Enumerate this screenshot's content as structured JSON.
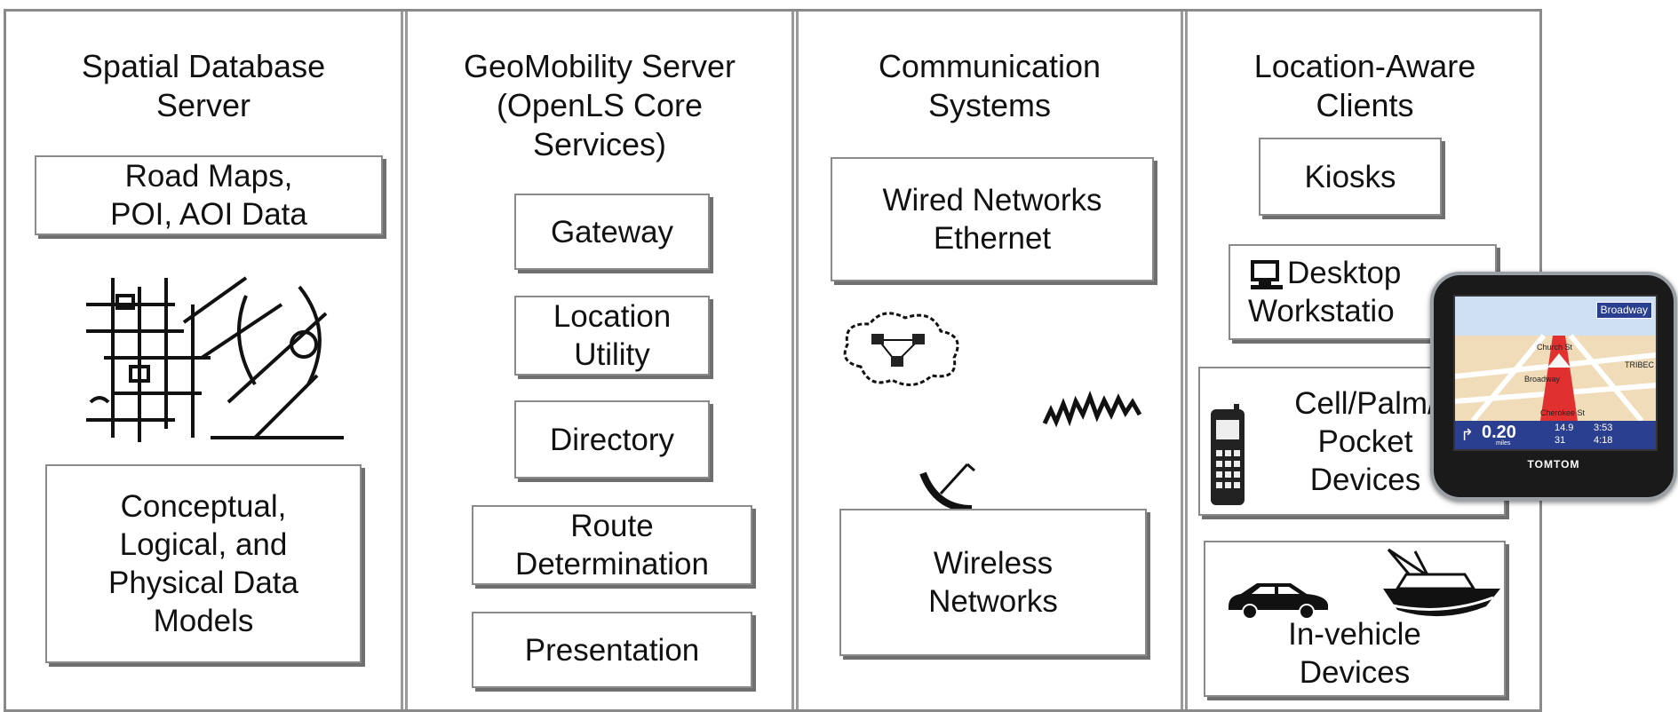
{
  "columns": [
    {
      "heading": "Spatial Database\nServer",
      "boxes": [
        "Road Maps,\nPOI, AOI Data",
        "Conceptual,\nLogical, and\nPhysical Data\nModels"
      ]
    },
    {
      "heading": "GeoMobility Server\n(OpenLS Core\nServices)",
      "boxes": [
        "Gateway",
        "Location\nUtility",
        "Directory",
        "Route\nDetermination",
        "Presentation"
      ]
    },
    {
      "heading": "Communication\nSystems",
      "boxes": [
        "Wired Networks\nEthernet",
        "Wireless\nNetworks"
      ]
    },
    {
      "heading": "Location-Aware\nClients",
      "boxes": [
        "Kiosks",
        "Desktop\nWorkstatio",
        "Cell/Palm/\nPocket\nDevices",
        "In-vehicle\nDevices"
      ]
    }
  ],
  "gps_device": {
    "street": "Broadway",
    "distance": "0.20",
    "distance_unit": "miles",
    "speed_top": "14.9",
    "speed_bottom": "31",
    "time_top": "3:53",
    "time_bottom": "4:18",
    "brand": "TOMTOM",
    "street_labels": [
      "Church St",
      "Broadway",
      "Cherokee St",
      "TRIBEC"
    ]
  },
  "colors": {
    "frame": "#8a8a8a",
    "box_shadow": "#6f6f6f",
    "gps_sky": "#cfe0f4",
    "gps_road": "#e03030"
  }
}
